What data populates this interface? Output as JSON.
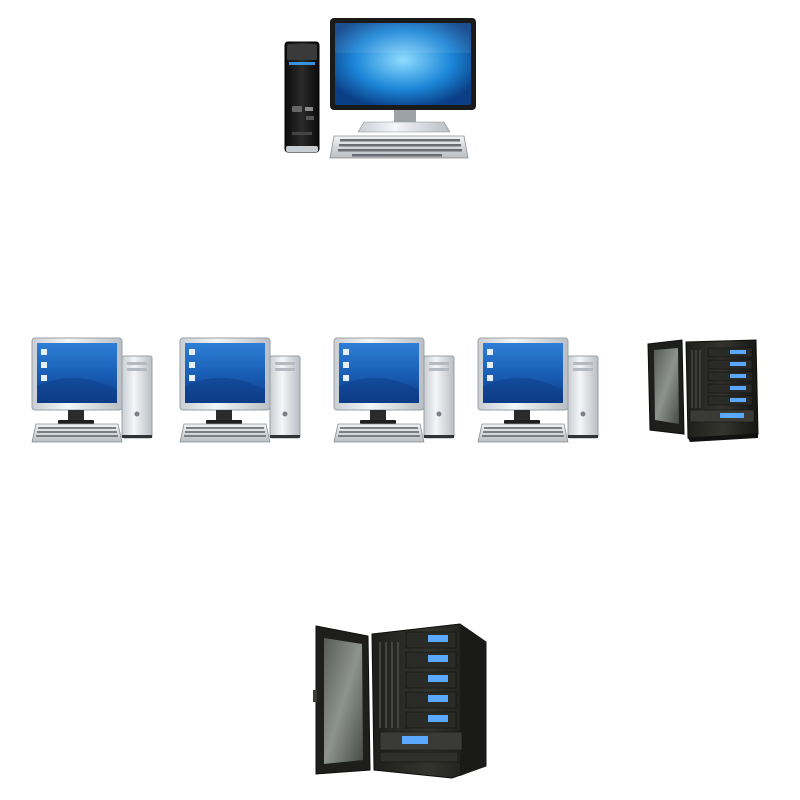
{
  "nodes": [
    {
      "id": "top-workstation",
      "kind": "modern-desktop-workstation",
      "icon": "desktop-computer-icon"
    },
    {
      "id": "client-1",
      "kind": "classic-desktop-computer",
      "icon": "desktop-computer-icon"
    },
    {
      "id": "client-2",
      "kind": "classic-desktop-computer",
      "icon": "desktop-computer-icon"
    },
    {
      "id": "client-3",
      "kind": "classic-desktop-computer",
      "icon": "desktop-computer-icon"
    },
    {
      "id": "client-4",
      "kind": "classic-desktop-computer",
      "icon": "desktop-computer-icon"
    },
    {
      "id": "server-small",
      "kind": "server-rack",
      "icon": "server-rack-icon"
    },
    {
      "id": "server-large",
      "kind": "server-rack",
      "icon": "server-rack-icon"
    }
  ],
  "colors": {
    "screen_blue": "#1f8fe0",
    "screen_dark": "#0b4fa0",
    "rack_body": "#2b2b28",
    "rack_glass": "#8a8f8a",
    "drive_accent": "#5aa8ff",
    "case_silver": "#e6e9ec",
    "case_black": "#1a1a1a"
  }
}
